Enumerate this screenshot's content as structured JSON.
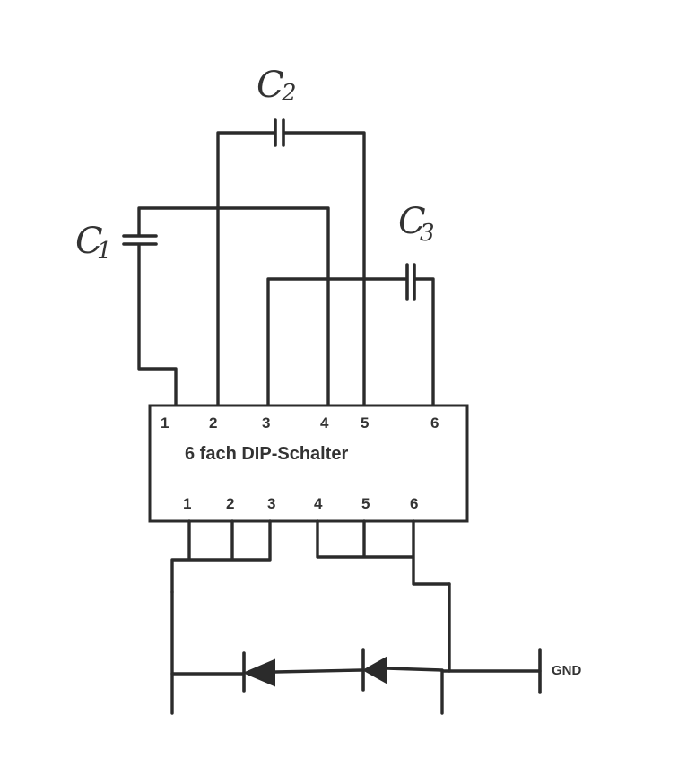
{
  "capacitors": {
    "c1": {
      "letter": "C",
      "index": "1"
    },
    "c2": {
      "letter": "C",
      "index": "2"
    },
    "c3": {
      "letter": "C",
      "index": "3"
    }
  },
  "dip_switch": {
    "title": "6 fach DIP-Schalter",
    "top_pins": [
      "1",
      "2",
      "3",
      "4",
      "5",
      "6"
    ],
    "bottom_pins": [
      "1",
      "2",
      "3",
      "4",
      "5",
      "6"
    ]
  },
  "ground": {
    "label": "GND"
  }
}
